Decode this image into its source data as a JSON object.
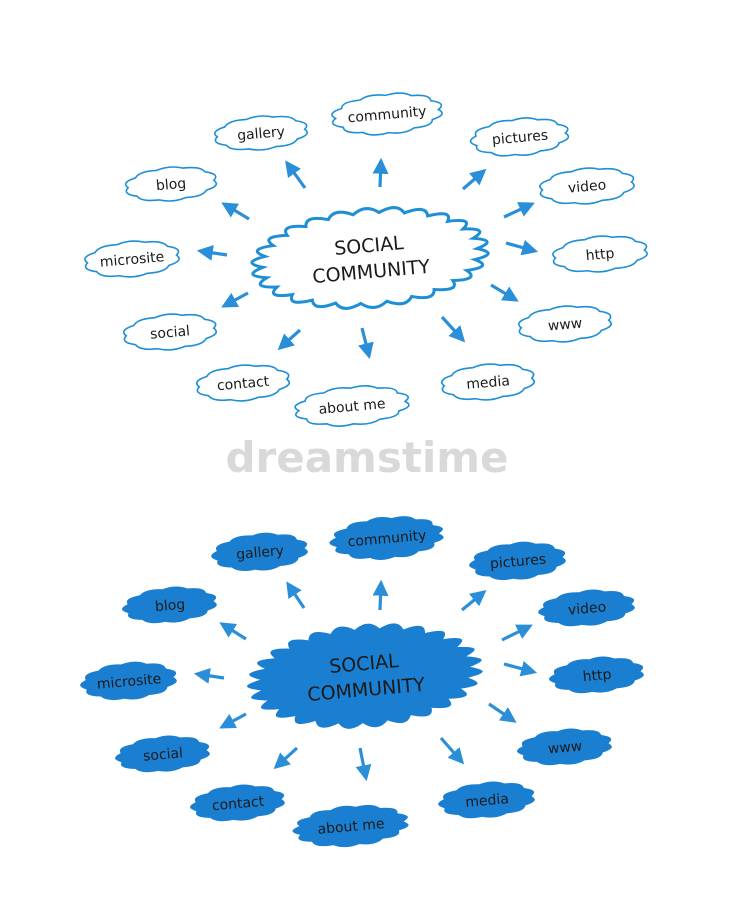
{
  "watermark": "dreamstime",
  "diagrams": [
    {
      "style": "outline",
      "center": {
        "line1": "SOCIAL",
        "line2": "COMMUNITY"
      },
      "nodes": [
        "community",
        "pictures",
        "video",
        "http",
        "www",
        "media",
        "about me",
        "contact",
        "social",
        "microsite",
        "blog",
        "gallery"
      ]
    },
    {
      "style": "filled",
      "center": {
        "line1": "SOCIAL",
        "line2": "COMMUNITY"
      },
      "nodes": [
        "community",
        "pictures",
        "video",
        "http",
        "www",
        "media",
        "about me",
        "contact",
        "social",
        "microsite",
        "blog",
        "gallery"
      ]
    }
  ],
  "colors": {
    "outline_stroke": "#1e8fd4",
    "fill": "#1a7fd0",
    "arrow": "#2a8fd8",
    "text": "#1a1a1a",
    "watermark": "#d9d9d9"
  }
}
